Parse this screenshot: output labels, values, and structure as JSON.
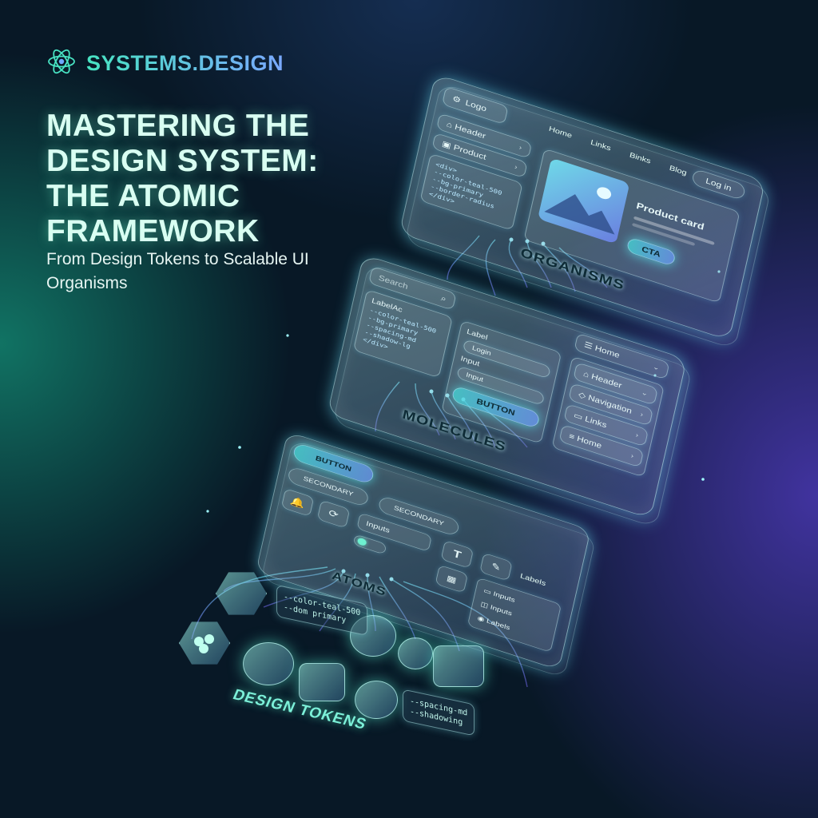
{
  "brand": {
    "name": "SYSTEMS.DESIGN",
    "icon": "atom-icon"
  },
  "headline": {
    "lines": [
      "MASTERING THE",
      "DESIGN SYSTEM:",
      "THE ATOMIC",
      "FRAMEWORK"
    ]
  },
  "subtitle": "From Design Tokens to Scalable UI Organisms",
  "colors": {
    "accent_teal": "#47e3c1",
    "accent_violet": "#7a6cff",
    "background": "#081826"
  },
  "organisms": {
    "label": "ORGANISMS",
    "logo": "Logo",
    "nav": [
      "Home",
      "Links",
      "Binks",
      "Blog"
    ],
    "login": "Log in",
    "sidebar_items": [
      "Header",
      "Product"
    ],
    "code_lines": [
      "<div>",
      "--color-teal-500",
      "--bg-primary",
      "--border-radius",
      "</div>"
    ],
    "product_card": "Product card",
    "cta": "CTA"
  },
  "molecules": {
    "label": "MOLECULES",
    "search_placeholder": "Search",
    "labelled_title": "LabelAc",
    "code_lines": [
      "--color-teal-500",
      "--bg-primary",
      "--spacing-md",
      "--shadow-lg",
      "</div>"
    ],
    "form_label": "Label",
    "form_login": "Login",
    "form_input": "Input",
    "form_input2": "Input",
    "form_button": "BUTTON",
    "home_item": "Home",
    "menu_items": [
      "Header",
      "Navigation",
      "Links",
      "Home"
    ]
  },
  "atoms": {
    "label": "ATOMS",
    "button": "BUTTON",
    "secondary_1": "SECONDARY",
    "secondary_2": "SECONDARY",
    "inputs_field": "Inputs",
    "labels_text": "Labels",
    "list_items": [
      "Inputs",
      "Inputs",
      "Labels"
    ]
  },
  "tokens": {
    "label": "DESIGN TOKENS",
    "code_1": [
      "--color-teal-500",
      "--dom primary"
    ],
    "code_2": [
      "--spacing-md",
      "--shadowing"
    ]
  }
}
